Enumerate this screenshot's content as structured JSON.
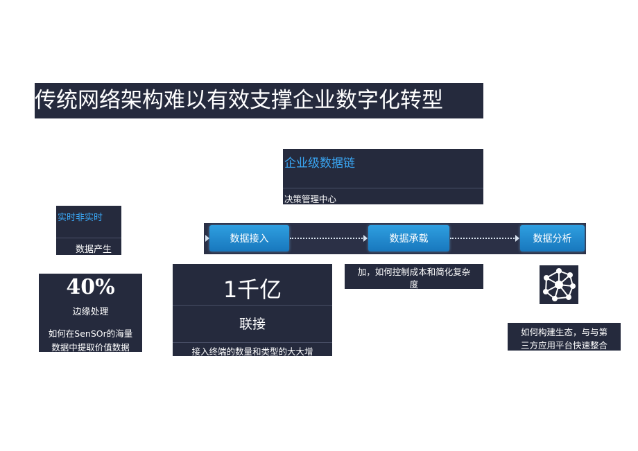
{
  "title": "传统网络架构难以有效支撑企业数字化转型",
  "enterprise": {
    "heading": "企业级数据链",
    "sub": "决策管理中心"
  },
  "realtime": {
    "heading": "实时非实时",
    "sub": "数据产生"
  },
  "pipeline": {
    "steps": [
      "数据接入",
      "数据承载",
      "数据分析"
    ]
  },
  "edge": {
    "value": "40%",
    "label": "边缘处理",
    "lines": [
      "如何在SenSOr的海量",
      "数据中提取价值数据"
    ]
  },
  "billion": {
    "value": "1千亿",
    "label": "联接",
    "note": "接入终端的数量和类型的大大增"
  },
  "cost": {
    "lines": [
      "加，如何控制成本和简化复杂",
      "度"
    ]
  },
  "network_icon": "network-hub-icon",
  "ecosystem": {
    "lines": [
      "如何构建生态，与与第",
      "三方应用平台快速整合"
    ]
  },
  "colors": {
    "panel": "#252a3d",
    "accent_text": "#3aa7f5",
    "button": "#1f8ad0"
  }
}
